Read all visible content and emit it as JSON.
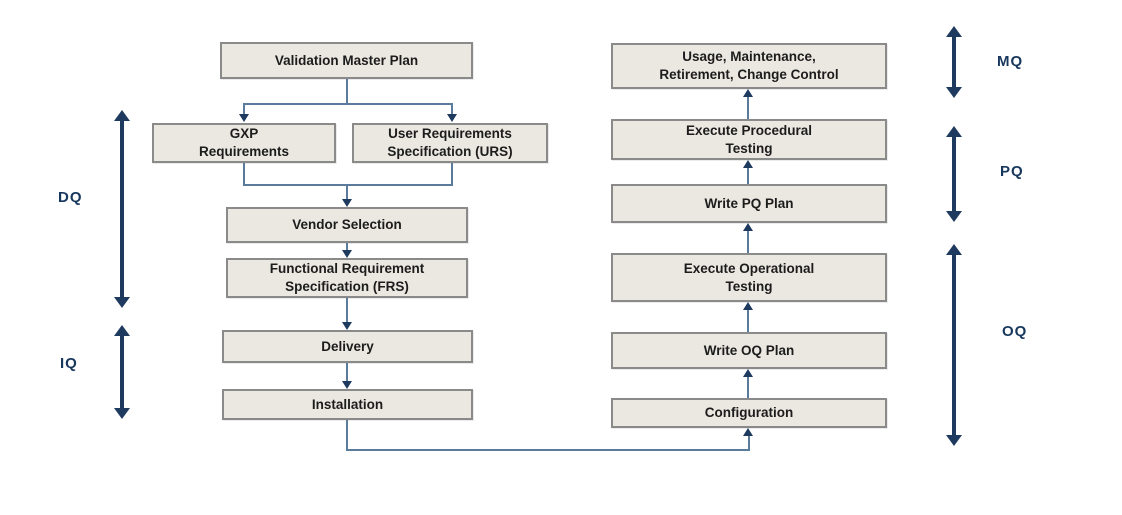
{
  "boxes": {
    "validation_master_plan": "Validation Master Plan",
    "gxp_requirements": "GXP\nRequirements",
    "user_requirements": "User Requirements\nSpecification (URS)",
    "vendor_selection": "Vendor Selection",
    "functional_requirement": "Functional Requirement\nSpecification (FRS)",
    "delivery": "Delivery",
    "installation": "Installation",
    "usage_maintenance": "Usage, Maintenance,\nRetirement, Change Control",
    "execute_procedural": "Execute Procedural\nTesting",
    "write_pq_plan": "Write PQ Plan",
    "execute_operational": "Execute Operational\nTesting",
    "write_oq_plan": "Write OQ Plan",
    "configuration": "Configuration"
  },
  "phases": {
    "dq": "DQ",
    "iq": "IQ",
    "mq": "MQ",
    "pq": "PQ",
    "oq": "OQ"
  },
  "colors": {
    "box_fill": "#EBE8E1",
    "box_border": "#8A8A8A",
    "connector": "#5B7B9D",
    "arrow_navy": "#1F3A5F",
    "phase_label": "#17375D",
    "box_text": "#1C1C1C",
    "background": "#FFFFFF"
  }
}
